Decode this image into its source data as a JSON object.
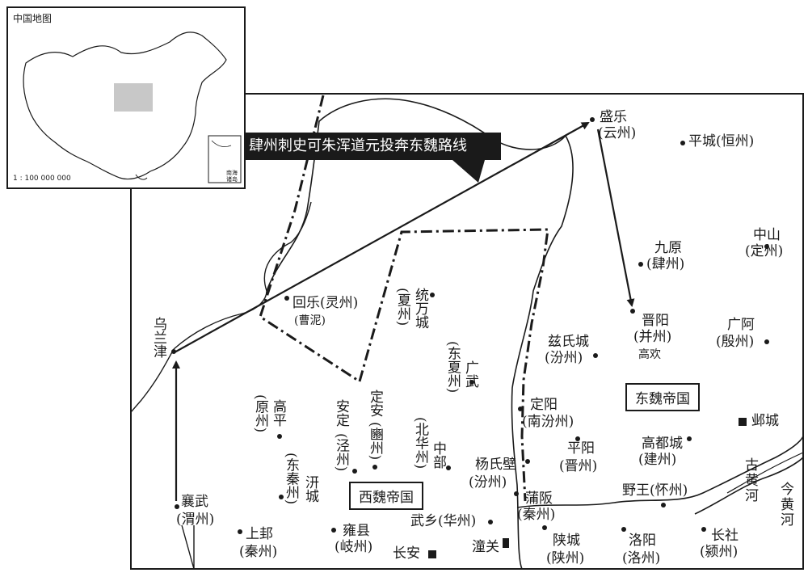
{
  "route_banner": "肆州刺史可朱浑道元投奔东魏路线",
  "inset": {
    "title": "中国地图",
    "scale": "1 : 100 000 000",
    "scs_note": "南海诸岛"
  },
  "regions": {
    "east_wei": "东魏帝国",
    "west_wei": "西魏帝国"
  },
  "places": {
    "shengle": "盛乐",
    "shengle_sub": "(云州)",
    "pingcheng": "平城(恒州)",
    "zhongshan": "中山",
    "zhongshan_sub": "(定州)",
    "jiuyuan": "九原",
    "jiuyuan_sub": "(肆州)",
    "jinyang": "晋阳",
    "jinyang_sub": "(并州)",
    "jinyang_note": "高欢",
    "guanga": "广阿",
    "guanga_sub": "(殷州)",
    "cishi": "兹氏城",
    "cishi_sub": "(汾州)",
    "huile": "回乐(灵州)",
    "huile_note": "(曹泥)",
    "tongwan": "统万城",
    "tongwan_sub": "(夏州)",
    "guangwu": "广武",
    "guangwu_sub": "(东夏州)",
    "wulanjin": "乌兰津",
    "gaoping": "高平",
    "gaoping_sub": "(原州)",
    "anding": "安定",
    "anding_sub": "(泾州)",
    "dingan": "定安",
    "dingan_sub": "(豳州)",
    "zhongbu": "中部",
    "zhongbu_sub": "(北华州)",
    "dingyang": "定阳",
    "dingyang_sub": "(南汾州)",
    "pingyang": "平阳",
    "pingyang_sub": "(晋州)",
    "gaodu": "高都城",
    "gaodu_sub": "(建州)",
    "yecheng": "邺城",
    "yangshibi": "杨氏壁",
    "yangshibi_sub": "(汾州)",
    "qiancheng": "汧城",
    "qiancheng_sub": "(东秦州)",
    "xiangwu": "襄武",
    "xiangwu_sub": "(渭州)",
    "puban": "蒲阪",
    "puban_sub": "(秦州)",
    "yewang": "野王(怀州)",
    "wuxiang": "武乡(华州)",
    "shanggui": "上邽",
    "shanggui_sub": "(秦州)",
    "yongxian": "雍县",
    "yongxian_sub": "(岐州)",
    "changan": "长安",
    "tongguan": "潼关",
    "shancheng": "陕城",
    "shancheng_sub": "(陕州)",
    "luoyang": "洛阳",
    "luoyang_sub": "(洛州)",
    "changshe": "长社",
    "changshe_sub": "(颍州)"
  },
  "rivers": {
    "ancient_yellow": "古黄河",
    "modern_yellow": "今黄河"
  }
}
